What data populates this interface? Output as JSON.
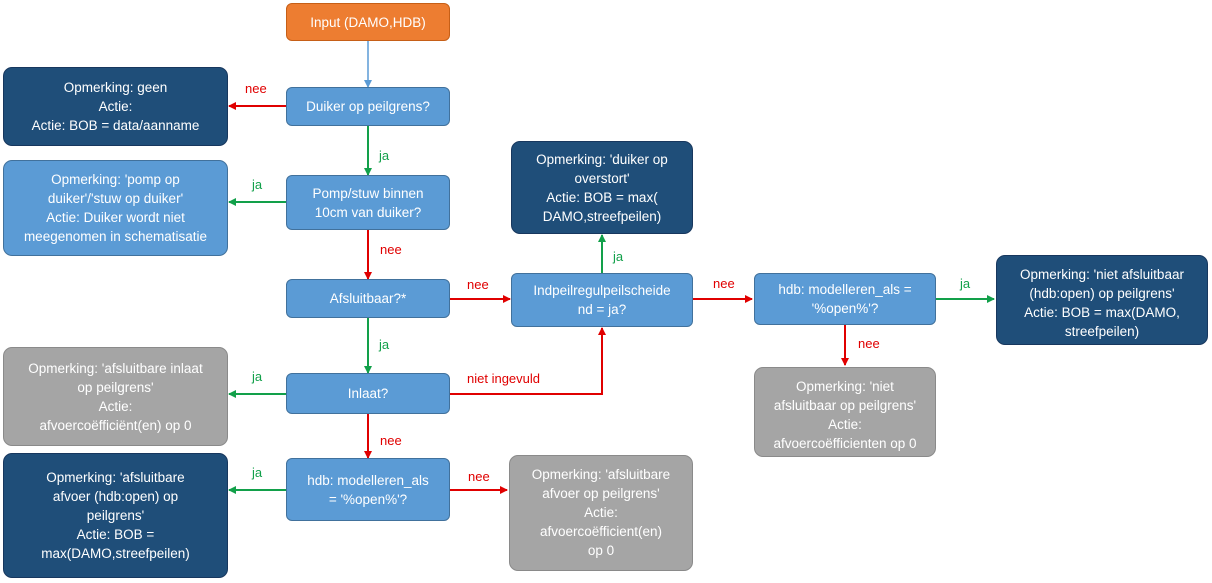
{
  "nodes": {
    "input": "Input (DAMO,HDB)",
    "duiker_op_peilgrens": "Duiker op peilgrens?",
    "pomp_stuw": "Pomp/stuw binnen\n10cm van duiker?",
    "afsluitbaar": "Afsluitbaar?*",
    "inlaat": "Inlaat?",
    "hdb_modelleren_bottom": "hdb: modelleren_als\n= '%open%'?",
    "indpeilregul": "Indpeilregulpeilscheide\nnd = ja?",
    "hdb_modelleren_right": "hdb: modelleren_als =\n'%open%'?"
  },
  "outcomes": {
    "geen": "Opmerking: geen\nActie:\nActie: BOB = data/aanname",
    "pomp_op_duiker": "Opmerking: 'pomp op\nduiker'/'stuw op duiker'\nActie: Duiker wordt niet\nmeegenomen in schematisatie",
    "afsluitbare_inlaat": "Opmerking: 'afsluitbare inlaat\nop peilgrens'\nActie:\nafvoercoëfficiënt(en) op 0",
    "afsluitbare_afvoer_open": "Opmerking: 'afsluitbare\nafvoer (hdb:open) op\npeilgrens'\nActie: BOB =\nmax(DAMO,streefpeilen)",
    "afsluitbare_afvoer": "Opmerking: 'afsluitbare\nafvoer op peilgrens'\nActie:\nafvoercoëfficient(en)\nop 0",
    "duiker_op_overstort": "Opmerking: 'duiker op\noverstort'\nActie: BOB = max(\nDAMO,streefpeilen)",
    "niet_afsluitbaar_open": "Opmerking: 'niet afsluitbaar\n(hdb:open) op peilgrens'\nActie: BOB = max(DAMO,\nstreefpeilen)",
    "niet_afsluitbaar": "Opmerking: 'niet\nafsluitbaar op peilgrens'\nActie:\nafvoercoëfficienten op 0"
  },
  "labels": {
    "nee_duiker": "nee",
    "ja_duiker": "ja",
    "ja_pomp": "ja",
    "nee_pomp": "nee",
    "nee_afsluitbaar": "nee",
    "ja_afsluitbaar": "ja",
    "ja_inlaat": "ja",
    "niet_ingevuld": "niet ingevuld",
    "nee_inlaat": "nee",
    "ja_hdb_bottom": "ja",
    "nee_hdb_bottom": "nee",
    "ja_indpeil": "ja",
    "nee_indpeil": "nee",
    "ja_hdb_right": "ja",
    "nee_hdb_right": "nee"
  },
  "colors": {
    "start": "#ED7D31",
    "decision": "#5B9BD5",
    "outcome_dark": "#1F4E79",
    "outcome_light": "#5B9BD5",
    "outcome_gray": "#A5A5A5",
    "arrow_yes": "#12A04A",
    "arrow_no": "#E00000",
    "arrow_start": "#5B9BD5"
  }
}
